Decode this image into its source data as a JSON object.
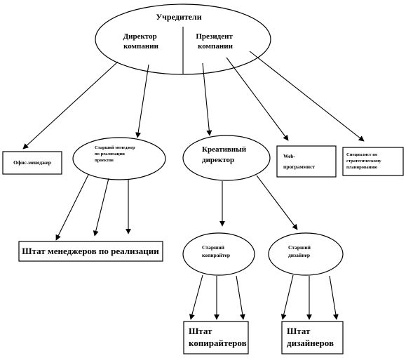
{
  "nodes": {
    "founders": "Учредители",
    "director": [
      "Директор",
      "компании"
    ],
    "president": [
      "Президент",
      "компании"
    ],
    "office_manager": "Офис-менеджер",
    "senior_sales_manager": [
      "Старший менеджер",
      "по реализации",
      "проектов"
    ],
    "creative_director": [
      "Креативный",
      "директор"
    ],
    "web_programmer": [
      "Web-",
      "программист"
    ],
    "strategic_planning_specialist": [
      "Специалист по",
      "стратегическому",
      "планированию"
    ],
    "sales_managers_staff": "Штат менеджеров по реализации",
    "senior_copywriter": [
      "Старший",
      "копирайтер"
    ],
    "senior_designer": [
      "Старший",
      "дизайнер"
    ],
    "copywriters_staff": [
      "Штат",
      "копирайтеров"
    ],
    "designers_staff": [
      "Штат",
      "дизайнеров"
    ]
  }
}
